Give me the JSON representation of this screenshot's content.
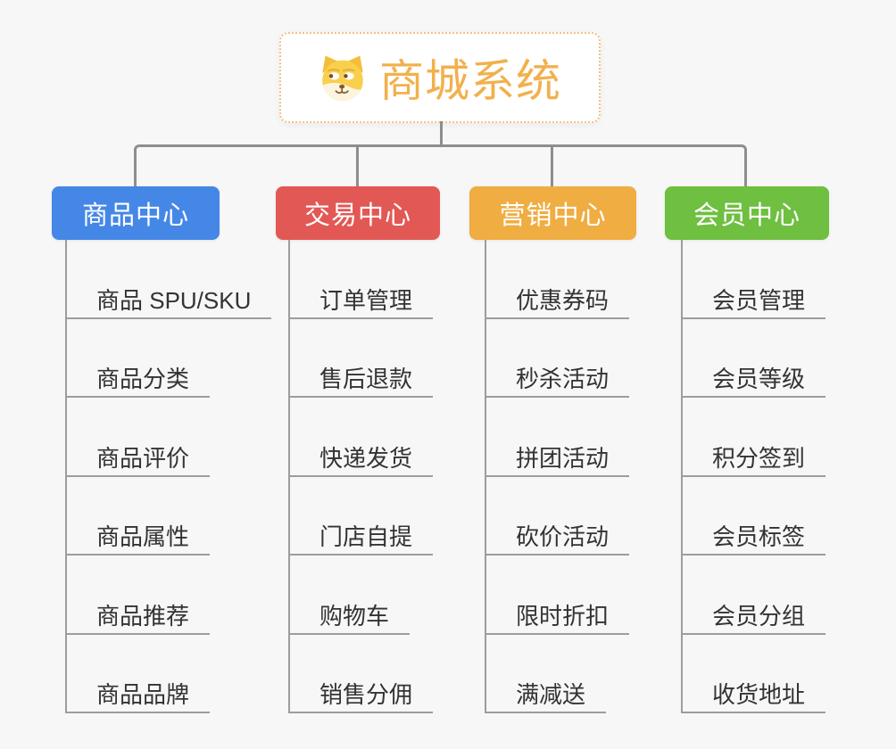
{
  "page": {
    "background": "#F7F7F7",
    "connector_color": "#8E8E8E",
    "underline_color": "#9D9D9D",
    "leaf_text_color": "#333333"
  },
  "root": {
    "title": "商城系统",
    "icon": "doge-icon",
    "text_color": "#F2B04D",
    "border_color": "#F3C27D",
    "background": "#FFFFFF"
  },
  "branches": [
    {
      "label": "商品中心",
      "color": "#4587E6",
      "items": [
        "商品 SPU/SKU",
        "商品分类",
        "商品评价",
        "商品属性",
        "商品推荐",
        "商品品牌"
      ]
    },
    {
      "label": "交易中心",
      "color": "#E25855",
      "items": [
        "订单管理",
        "售后退款",
        "快递发货",
        "门店自提",
        "购物车",
        "销售分佣"
      ]
    },
    {
      "label": "营销中心",
      "color": "#EFAD42",
      "items": [
        "优惠券码",
        "秒杀活动",
        "拼团活动",
        "砍价活动",
        "限时折扣",
        "满减送"
      ]
    },
    {
      "label": "会员中心",
      "color": "#6FBF41",
      "items": [
        "会员管理",
        "会员等级",
        "积分签到",
        "会员标签",
        "会员分组",
        "收货地址"
      ]
    }
  ]
}
